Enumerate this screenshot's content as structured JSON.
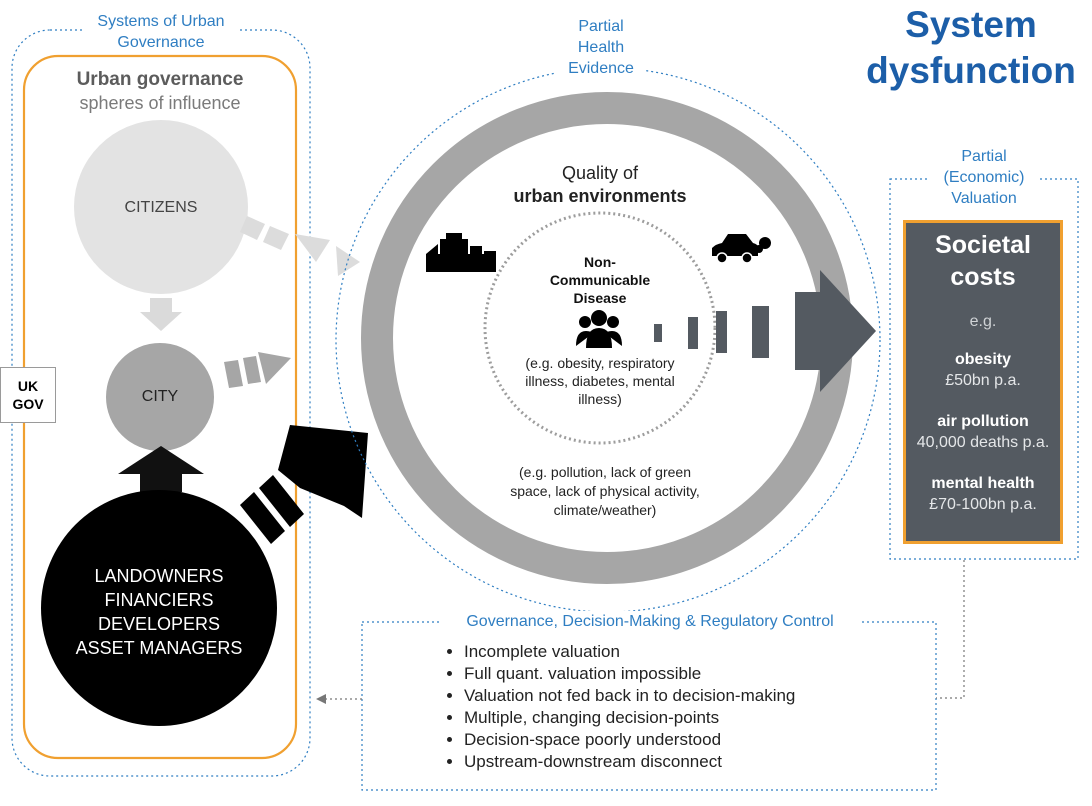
{
  "title": {
    "line1": "System",
    "line2": "dysfunction"
  },
  "governance_panel": {
    "outer_label_1": "Systems of Urban",
    "outer_label_2": "Governance",
    "heading": "Urban governance",
    "subheading": "spheres of influence",
    "citizens": "CITIZENS",
    "city": "CITY",
    "stakeholders": [
      "LANDOWNERS",
      "FINANCIERS",
      "DEVELOPERS",
      "ASSET MANAGERS"
    ]
  },
  "uk_gov": {
    "line1": "UK",
    "line2": "GOV"
  },
  "health_panel": {
    "label_1": "Partial",
    "label_2": "Health",
    "label_3": "Evidence",
    "ring_title_1": "Quality of",
    "ring_title_2": "urban environments",
    "ncd_1": "Non-",
    "ncd_2": "Communicable",
    "ncd_3": "Disease",
    "ncd_examples_1": "(e.g. obesity, respiratory",
    "ncd_examples_2": "illness, diabetes, mental",
    "ncd_examples_3": "illness)",
    "env_examples_1": "(e.g. pollution, lack of green",
    "env_examples_2": "space, lack of physical activity,",
    "env_examples_3": "climate/weather)"
  },
  "valuation_panel": {
    "label_1": "Partial",
    "label_2": "(Economic)",
    "label_3": "Valuation",
    "heading_1": "Societal",
    "heading_2": "costs",
    "eg": "e.g.",
    "items": [
      {
        "name": "obesity",
        "value": "£50bn p.a."
      },
      {
        "name": "air pollution",
        "value": "40,000 deaths p.a."
      },
      {
        "name": "mental health",
        "value": "£70-100bn p.a."
      }
    ]
  },
  "decision_panel": {
    "heading": "Governance, Decision-Making & Regulatory Control",
    "bullets": [
      "Incomplete valuation",
      "Full quant. valuation impossible",
      "Valuation not fed back in to decision-making",
      "Multiple, changing decision-points",
      "Decision-space poorly understood",
      "Upstream-downstream disconnect"
    ]
  },
  "colors": {
    "accent_blue": "#2f7ec2",
    "title_blue": "#1c5ea8",
    "orange_border": "#f0a030",
    "dark_panel": "#545a61",
    "ring_grey": "#a6a6a6"
  }
}
